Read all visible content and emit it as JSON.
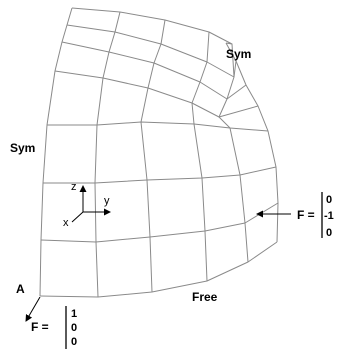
{
  "colors": {
    "mesh": "#8a8a8a",
    "ink": "#000000",
    "background": "#ffffff"
  },
  "labels": {
    "sym_top": "Sym",
    "sym_left": "Sym",
    "free": "Free",
    "point_a": "A"
  },
  "axes": {
    "z": "z",
    "y": "y",
    "x": "x"
  },
  "force_right": {
    "prefix": "F =",
    "components": [
      "0",
      "-1",
      "0"
    ]
  },
  "force_bottom": {
    "prefix": "F =",
    "components": [
      "1",
      "0",
      "0"
    ]
  }
}
